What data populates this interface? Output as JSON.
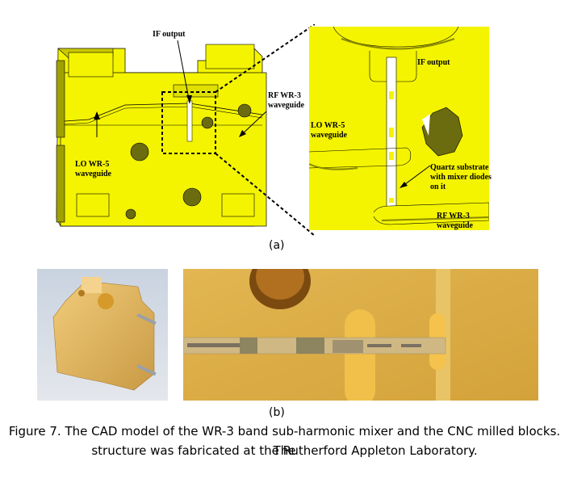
{
  "figure": {
    "panel_a": {
      "label": "(a)",
      "labels": {
        "if_output_main": "IF output",
        "rf_wr3_main_line1": "RF WR-3",
        "rf_wr3_main_line2": "waveguide",
        "lo_wr5_main_line1": "LO WR-5",
        "lo_wr5_main_line2": "waveguide",
        "if_output_zoom": "IF output",
        "lo_wr5_zoom_line1": "LO WR-5",
        "lo_wr5_zoom_line2": "waveguide",
        "quartz_line1": "Quartz substrate",
        "quartz_line2": "with mixer diodes",
        "quartz_line3": "on it",
        "rf_wr3_zoom_line1": "RF WR-3",
        "rf_wr3_zoom_line2": "waveguide"
      },
      "colors": {
        "cad_yellow": "#f4f400",
        "shadow": "#8a8a00",
        "hole": "#6b6b10"
      }
    },
    "panel_b": {
      "label": "(b)",
      "photo_left": "CNC milled block photo",
      "photo_right": "Close-up of quartz substrate in channel"
    },
    "caption_line1": "Figure 7. The CAD model of the WR-3 band sub-harmonic mixer and the CNC milled blocks. The",
    "caption_line2": "structure was fabricated at the Rutherford Appleton Laboratory."
  }
}
